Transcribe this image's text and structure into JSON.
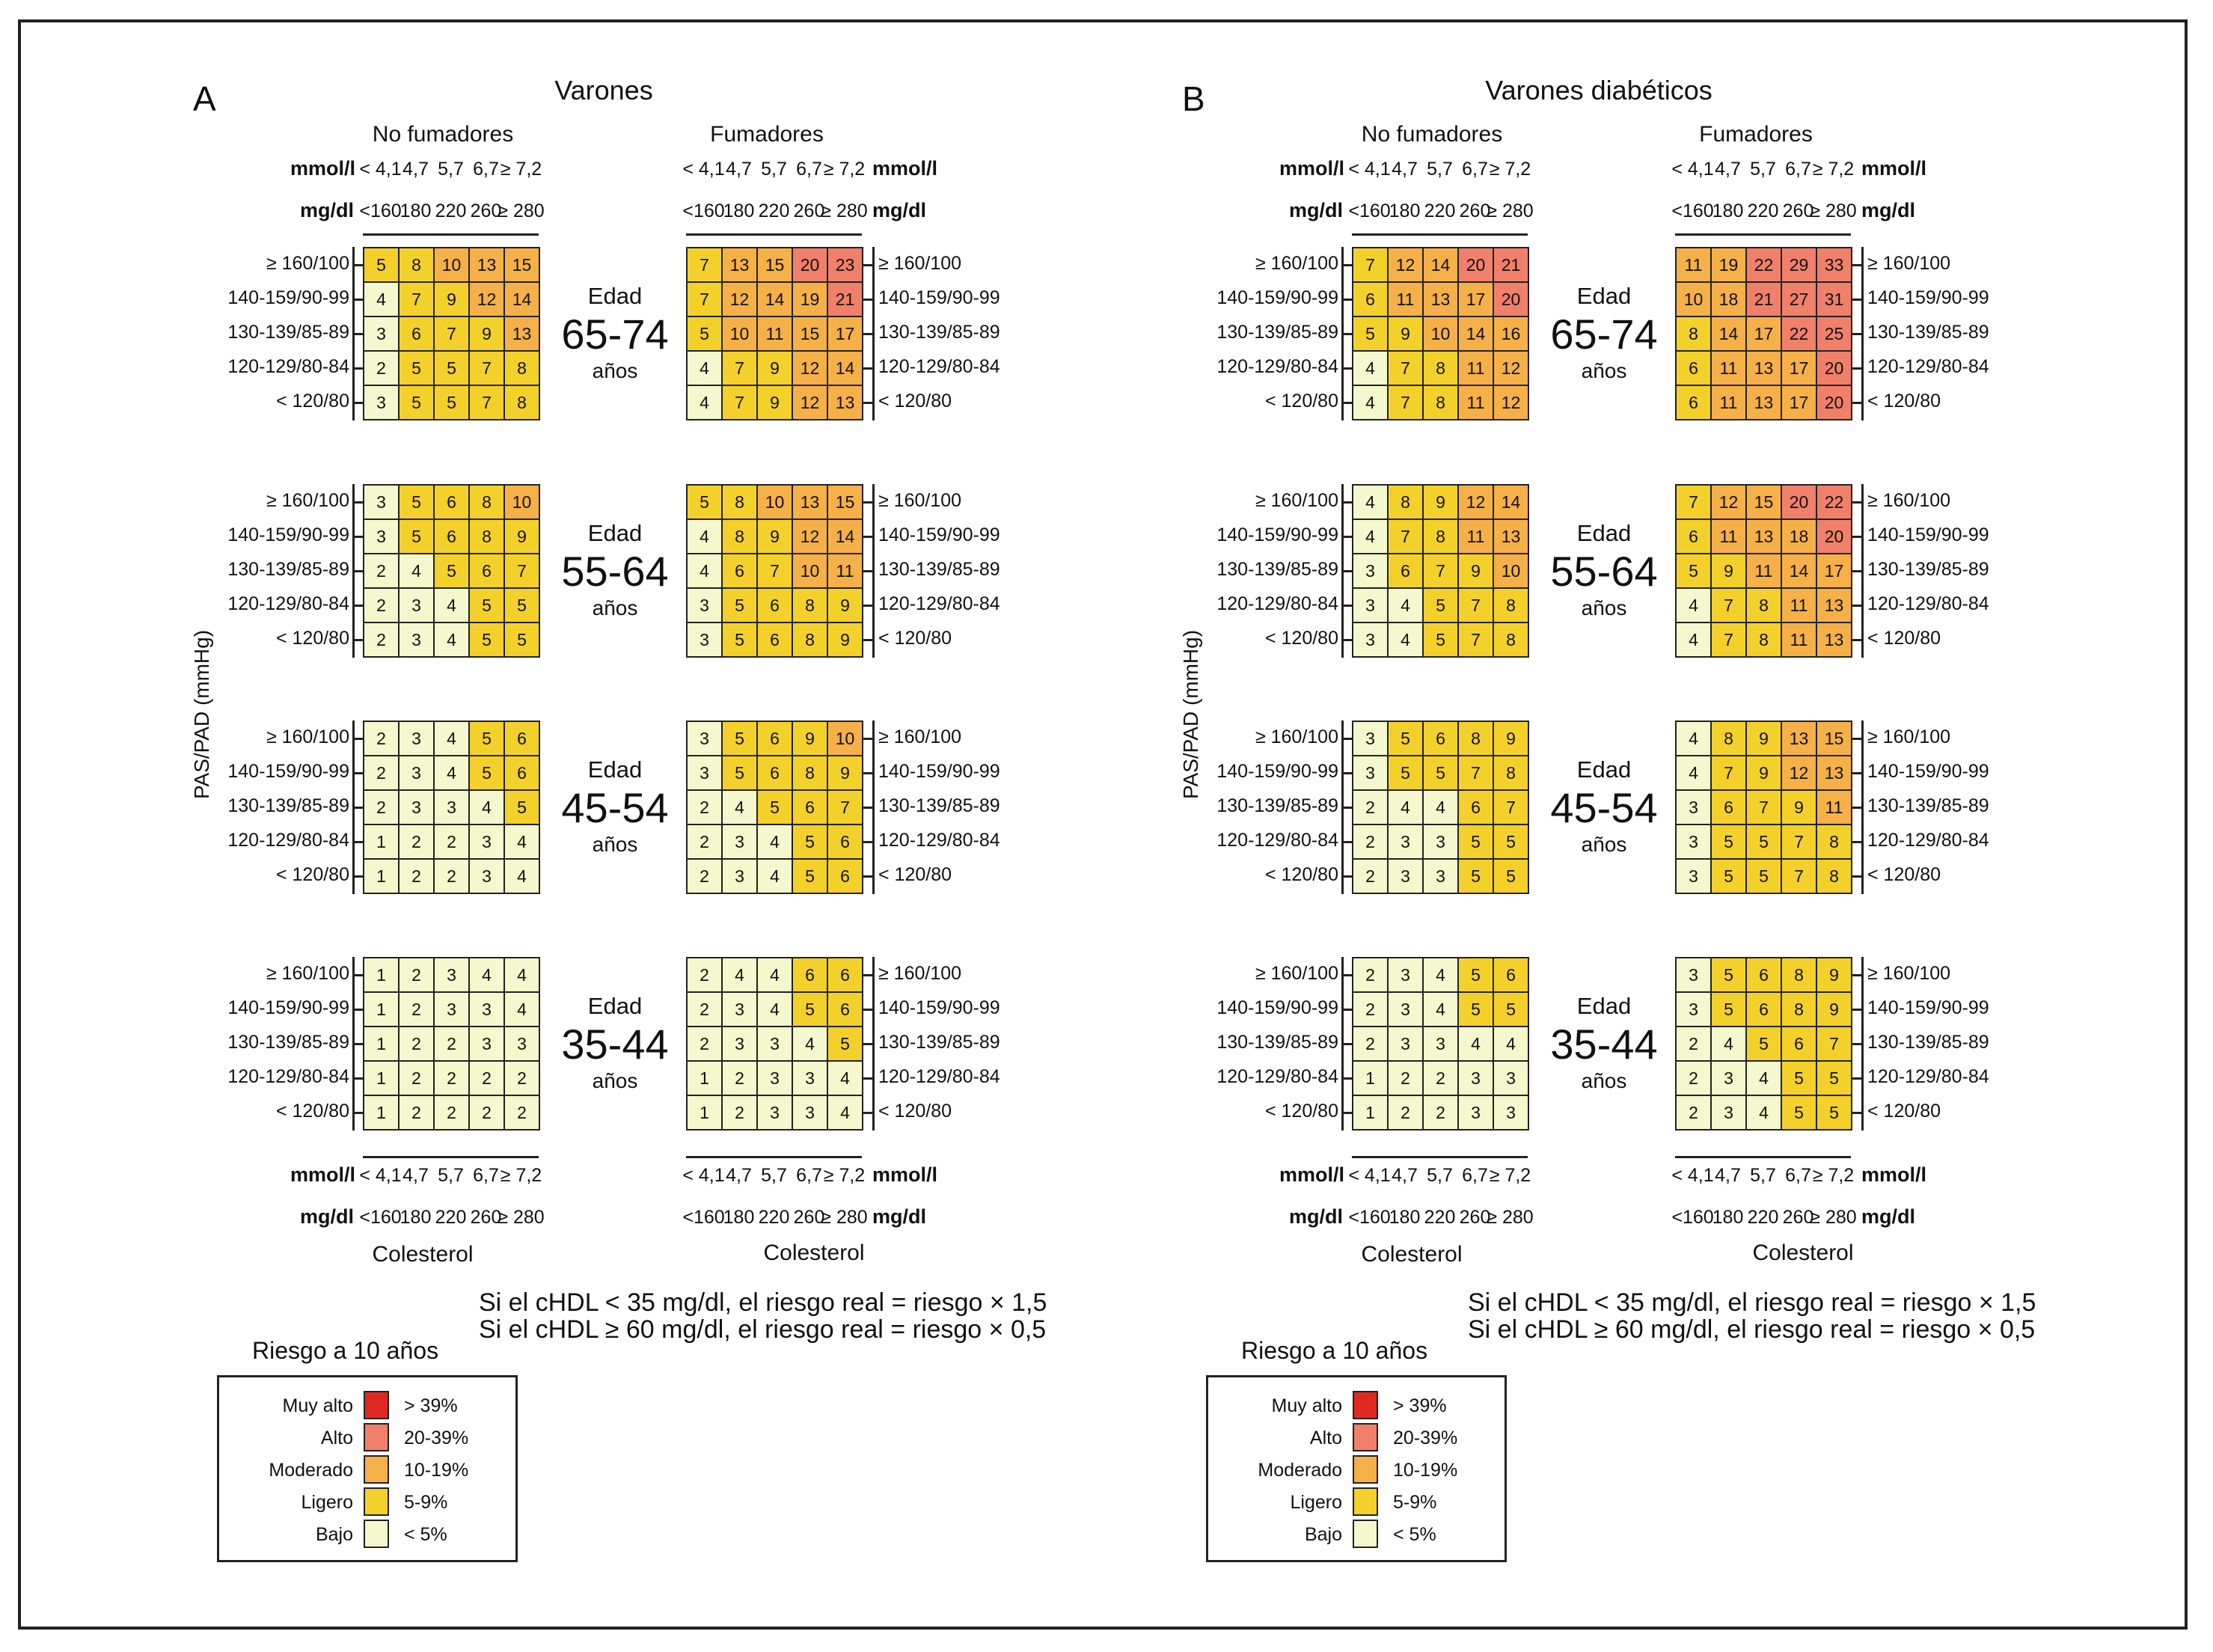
{
  "colors": {
    "muy_alto": "#e02820",
    "alto": "#f0806a",
    "moderado": "#f5b048",
    "ligero": "#f3d12a",
    "bajo": "#f5f8cc",
    "border": "#222222"
  },
  "common": {
    "bp_rows": [
      "≥ 160/100",
      "140-159/90-99",
      "130-139/85-89",
      "120-129/80-84",
      "< 120/80"
    ],
    "chol_mmol": [
      "< 4,1",
      "4,7",
      "5,7",
      "6,7",
      "≥ 7,2"
    ],
    "chol_mg": [
      "<160",
      "180",
      "220",
      "260",
      "≥ 280"
    ],
    "unit_mmol": "mmol/l",
    "unit_mg": "mg/dl",
    "col_label": "Colesterol",
    "y_label": "PAS/PAD (mmHg)",
    "group_nonsmoker": "No fumadores",
    "group_smoker": "Fumadores",
    "edad_label": "Edad",
    "anos_label": "años",
    "note_line1": "Si el cHDL < 35 mg/dl, el riesgo real = riesgo × 1,5",
    "note_line2": "Si el cHDL ≥ 60 mg/dl, el riesgo real = riesgo × 0,5"
  },
  "legend": {
    "title": "Riesgo a 10 años",
    "items": [
      {
        "label": "Muy alto",
        "range": "> 39%",
        "color": "#e02820"
      },
      {
        "label": "Alto",
        "range": "20-39%",
        "color": "#f0806a"
      },
      {
        "label": "Moderado",
        "range": "10-19%",
        "color": "#f5b048"
      },
      {
        "label": "Ligero",
        "range": "5-9%",
        "color": "#f3d12a"
      },
      {
        "label": "Bajo",
        "range": "< 5%",
        "color": "#f5f8cc"
      }
    ]
  },
  "chart_data": [
    {
      "type": "table",
      "letter": "A",
      "title": "Varones",
      "age_groups": [
        {
          "range": "65-74",
          "nonsmoker": [
            [
              5,
              8,
              10,
              13,
              15
            ],
            [
              4,
              7,
              9,
              12,
              14
            ],
            [
              3,
              6,
              7,
              9,
              13
            ],
            [
              2,
              5,
              5,
              7,
              8
            ],
            [
              3,
              5,
              5,
              7,
              8
            ]
          ],
          "smoker": [
            [
              7,
              13,
              15,
              20,
              23
            ],
            [
              7,
              12,
              14,
              19,
              21
            ],
            [
              5,
              10,
              11,
              15,
              17
            ],
            [
              4,
              7,
              9,
              12,
              14
            ],
            [
              4,
              7,
              9,
              12,
              13
            ]
          ]
        },
        {
          "range": "55-64",
          "nonsmoker": [
            [
              3,
              5,
              6,
              8,
              10
            ],
            [
              3,
              5,
              6,
              8,
              9
            ],
            [
              2,
              4,
              5,
              6,
              7
            ],
            [
              2,
              3,
              4,
              5,
              5
            ],
            [
              2,
              3,
              4,
              5,
              5
            ]
          ],
          "smoker": [
            [
              5,
              8,
              10,
              13,
              15
            ],
            [
              4,
              8,
              9,
              12,
              14
            ],
            [
              4,
              6,
              7,
              10,
              11
            ],
            [
              3,
              5,
              6,
              8,
              9
            ],
            [
              3,
              5,
              6,
              8,
              9
            ]
          ]
        },
        {
          "range": "45-54",
          "nonsmoker": [
            [
              2,
              3,
              4,
              5,
              6
            ],
            [
              2,
              3,
              4,
              5,
              6
            ],
            [
              2,
              3,
              3,
              4,
              5
            ],
            [
              1,
              2,
              2,
              3,
              4
            ],
            [
              1,
              2,
              2,
              3,
              4
            ]
          ],
          "smoker": [
            [
              3,
              5,
              6,
              9,
              10
            ],
            [
              3,
              5,
              6,
              8,
              9
            ],
            [
              2,
              4,
              5,
              6,
              7
            ],
            [
              2,
              3,
              4,
              5,
              6
            ],
            [
              2,
              3,
              4,
              5,
              6
            ]
          ]
        },
        {
          "range": "35-44",
          "nonsmoker": [
            [
              1,
              2,
              3,
              4,
              4
            ],
            [
              1,
              2,
              3,
              3,
              4
            ],
            [
              1,
              2,
              2,
              3,
              3
            ],
            [
              1,
              2,
              2,
              2,
              2
            ],
            [
              1,
              2,
              2,
              2,
              2
            ]
          ],
          "smoker": [
            [
              2,
              4,
              4,
              6,
              6
            ],
            [
              2,
              3,
              4,
              5,
              6
            ],
            [
              2,
              3,
              3,
              4,
              5
            ],
            [
              1,
              2,
              3,
              3,
              4
            ],
            [
              1,
              2,
              3,
              3,
              4
            ]
          ]
        }
      ]
    },
    {
      "type": "table",
      "letter": "B",
      "title": "Varones diabéticos",
      "age_groups": [
        {
          "range": "65-74",
          "nonsmoker": [
            [
              7,
              12,
              14,
              20,
              21
            ],
            [
              6,
              11,
              13,
              17,
              20
            ],
            [
              5,
              9,
              10,
              14,
              16
            ],
            [
              4,
              7,
              8,
              11,
              12
            ],
            [
              4,
              7,
              8,
              11,
              12
            ]
          ],
          "smoker": [
            [
              11,
              19,
              22,
              29,
              33
            ],
            [
              10,
              18,
              21,
              27,
              31
            ],
            [
              8,
              14,
              17,
              22,
              25
            ],
            [
              6,
              11,
              13,
              17,
              20
            ],
            [
              6,
              11,
              13,
              17,
              20
            ]
          ]
        },
        {
          "range": "55-64",
          "nonsmoker": [
            [
              4,
              8,
              9,
              12,
              14
            ],
            [
              4,
              7,
              8,
              11,
              13
            ],
            [
              3,
              6,
              7,
              9,
              10
            ],
            [
              3,
              4,
              5,
              7,
              8
            ],
            [
              3,
              4,
              5,
              7,
              8
            ]
          ],
          "smoker": [
            [
              7,
              12,
              15,
              20,
              22
            ],
            [
              6,
              11,
              13,
              18,
              20
            ],
            [
              5,
              9,
              11,
              14,
              17
            ],
            [
              4,
              7,
              8,
              11,
              13
            ],
            [
              4,
              7,
              8,
              11,
              13
            ]
          ]
        },
        {
          "range": "45-54",
          "nonsmoker": [
            [
              3,
              5,
              6,
              8,
              9
            ],
            [
              3,
              5,
              5,
              7,
              8
            ],
            [
              2,
              4,
              4,
              6,
              7
            ],
            [
              2,
              3,
              3,
              5,
              5
            ],
            [
              2,
              3,
              3,
              5,
              5
            ]
          ],
          "smoker": [
            [
              4,
              8,
              9,
              13,
              15
            ],
            [
              4,
              7,
              9,
              12,
              13
            ],
            [
              3,
              6,
              7,
              9,
              11
            ],
            [
              3,
              5,
              5,
              7,
              8
            ],
            [
              3,
              5,
              5,
              7,
              8
            ]
          ]
        },
        {
          "range": "35-44",
          "nonsmoker": [
            [
              2,
              3,
              4,
              5,
              6
            ],
            [
              2,
              3,
              4,
              5,
              5
            ],
            [
              2,
              3,
              3,
              4,
              4
            ],
            [
              1,
              2,
              2,
              3,
              3
            ],
            [
              1,
              2,
              2,
              3,
              3
            ]
          ],
          "smoker": [
            [
              3,
              5,
              6,
              8,
              9
            ],
            [
              3,
              5,
              6,
              8,
              9
            ],
            [
              2,
              4,
              5,
              6,
              7
            ],
            [
              2,
              3,
              4,
              5,
              5
            ],
            [
              2,
              3,
              4,
              5,
              5
            ]
          ]
        }
      ]
    }
  ]
}
